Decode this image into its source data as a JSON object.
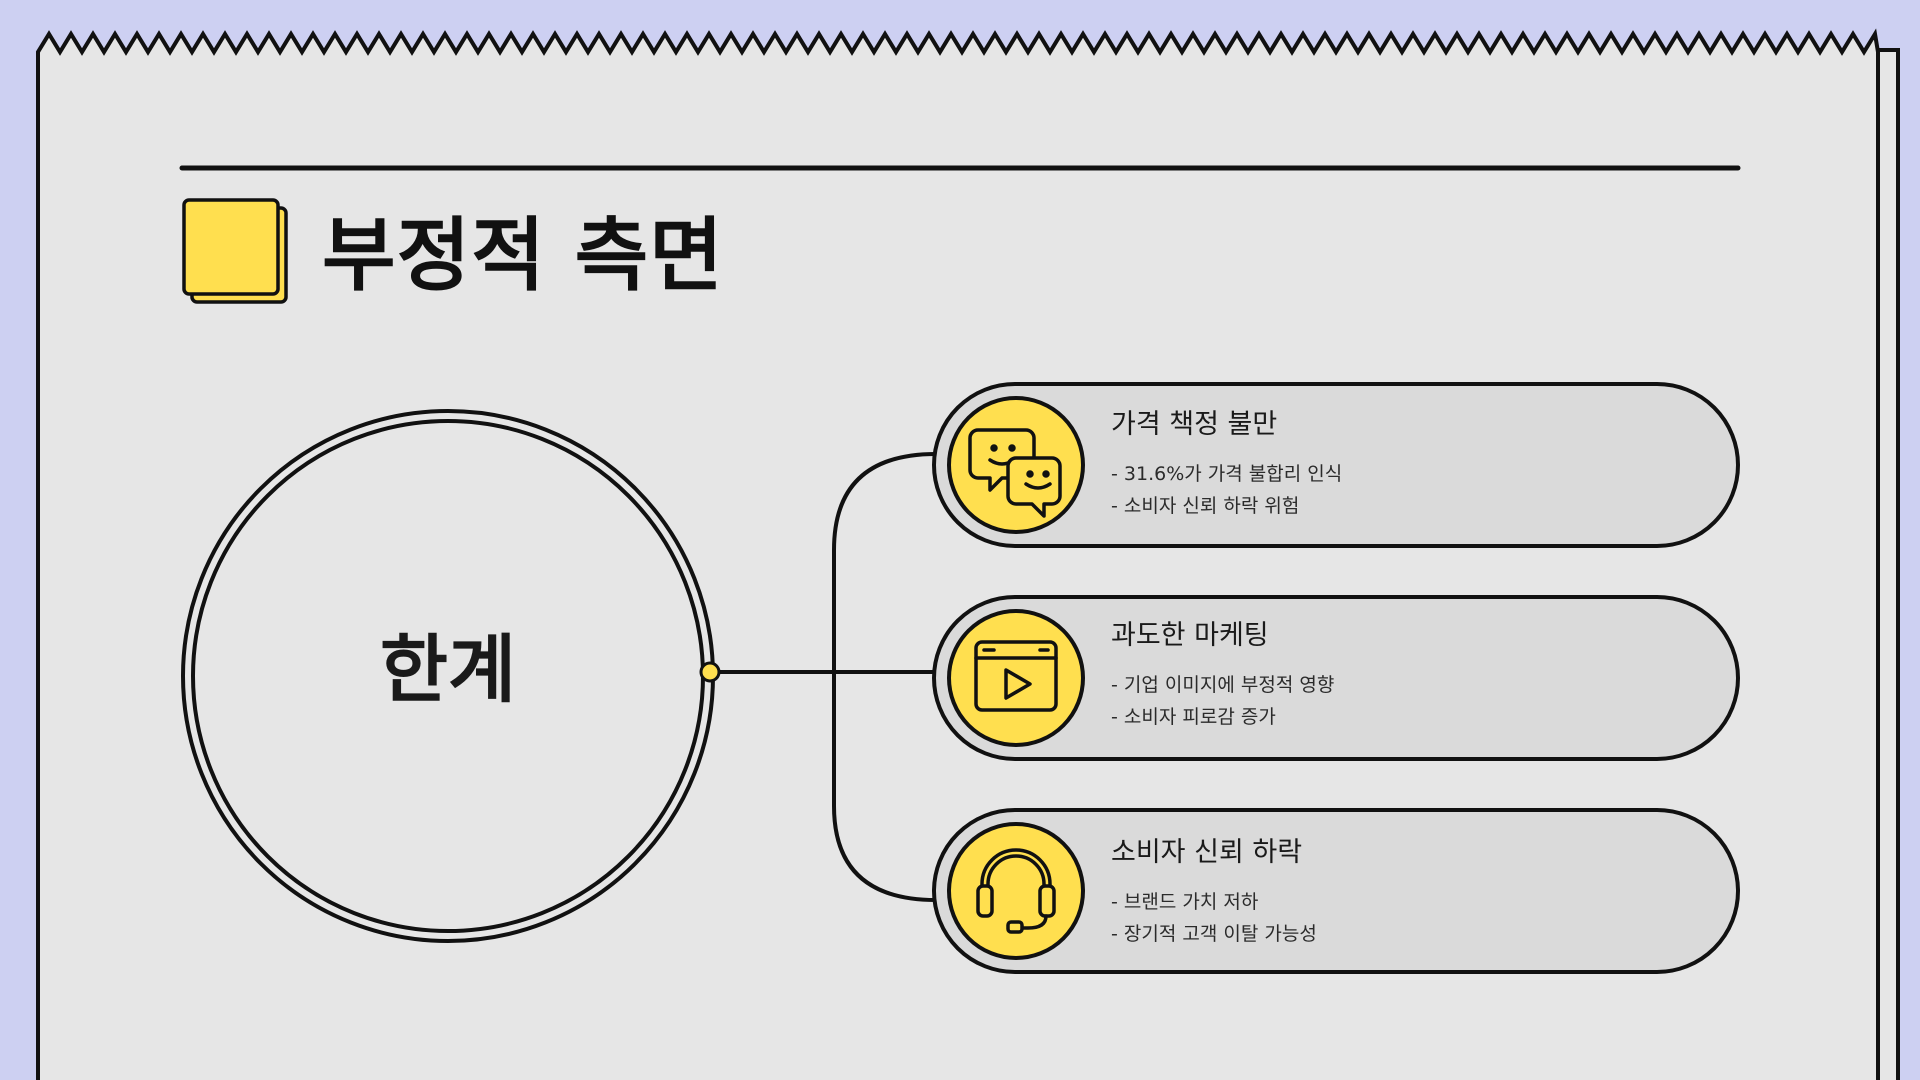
{
  "title": "부정적 측면",
  "center_label": "한계",
  "colors": {
    "background": "#cdd0f2",
    "paper": "#e6e6e6",
    "card": "#dadada",
    "accent_yellow": "#ffdf4f",
    "ink": "#111111"
  },
  "items": [
    {
      "icon": "chat-bubbles-icon",
      "title": "가격 책정 불만",
      "lines": [
        "- 31.6%가 가격 불합리 인식",
        "- 소비자 신뢰 하락 위험"
      ]
    },
    {
      "icon": "video-play-icon",
      "title": "과도한 마케팅",
      "lines": [
        "- 기업 이미지에 부정적 영향",
        "- 소비자 피로감 증가"
      ]
    },
    {
      "icon": "headset-icon",
      "title": "소비자 신뢰 하락",
      "lines": [
        "- 브랜드 가치 저하",
        "- 장기적 고객 이탈 가능성"
      ]
    }
  ]
}
